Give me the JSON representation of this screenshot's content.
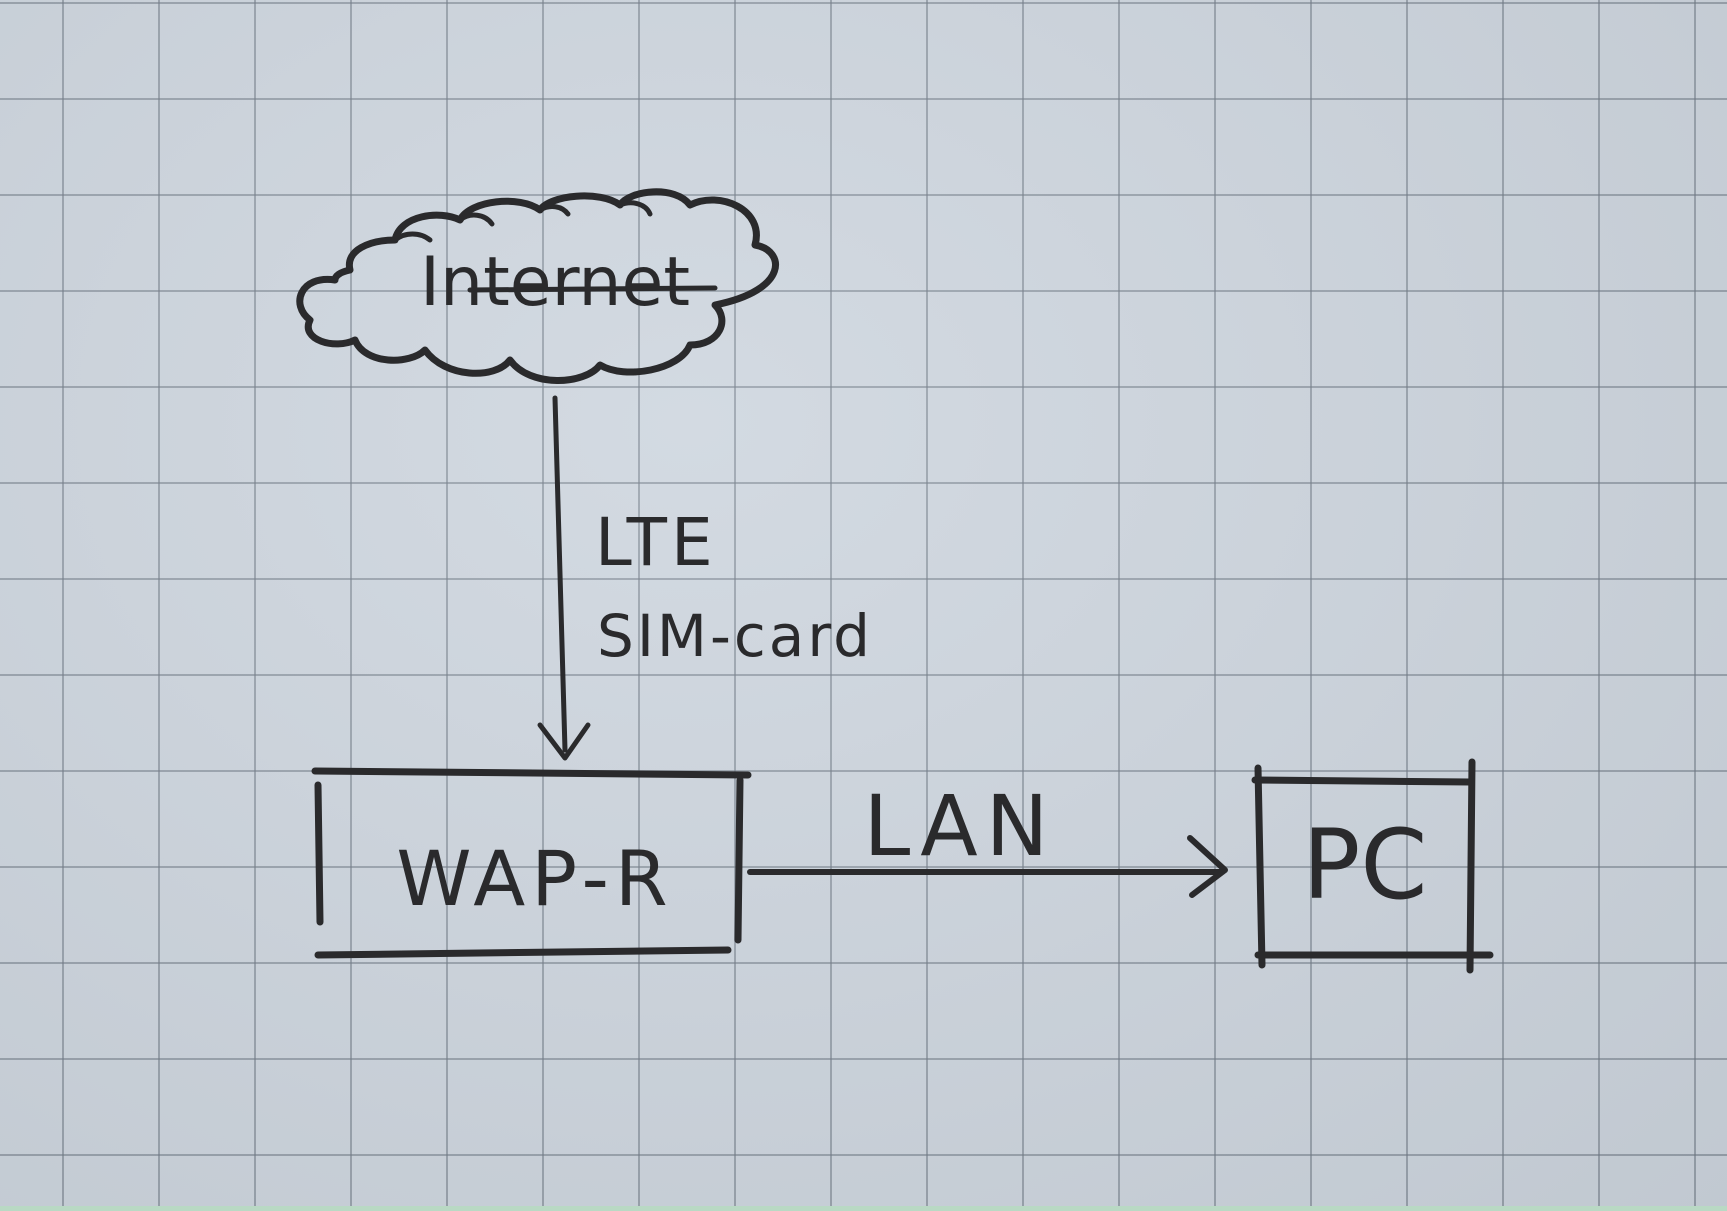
{
  "diagram": {
    "nodes": [
      {
        "id": "internet",
        "label": "Internet",
        "shape": "cloud"
      },
      {
        "id": "wap",
        "label": "WAP-R",
        "shape": "box"
      },
      {
        "id": "pc",
        "label": "PC",
        "shape": "box"
      }
    ],
    "edges": [
      {
        "from": "internet",
        "to": "wap",
        "label_line1": "LTE",
        "label_line2": "SIM-card",
        "direction": "down"
      },
      {
        "from": "wap",
        "to": "pc",
        "label_line1": "LAN",
        "direction": "right"
      }
    ]
  },
  "colors": {
    "paper": "#cdd5de",
    "grid": "#6e7884",
    "ink": "#2a2a2c"
  }
}
